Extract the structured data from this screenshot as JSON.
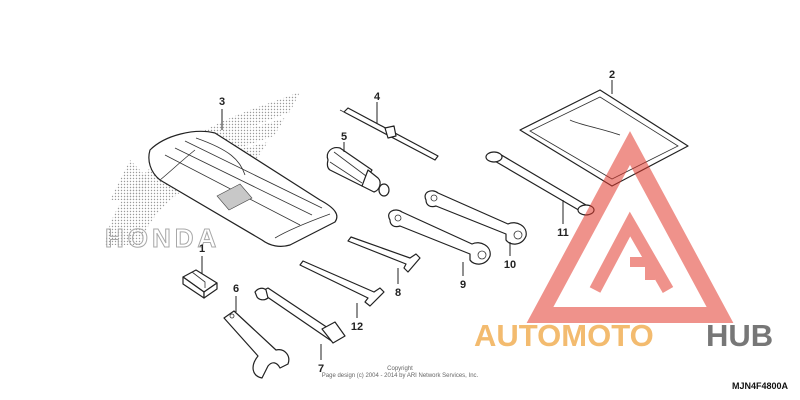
{
  "callouts": [
    {
      "id": "1",
      "label": "1"
    },
    {
      "id": "2",
      "label": "2"
    },
    {
      "id": "3",
      "label": "3"
    },
    {
      "id": "4",
      "label": "4"
    },
    {
      "id": "5",
      "label": "5"
    },
    {
      "id": "6",
      "label": "6"
    },
    {
      "id": "7",
      "label": "7"
    },
    {
      "id": "8",
      "label": "8"
    },
    {
      "id": "9",
      "label": "9"
    },
    {
      "id": "10",
      "label": "10"
    },
    {
      "id": "11",
      "label": "11"
    },
    {
      "id": "12",
      "label": "12"
    }
  ],
  "brand_logo_text": "HONDA",
  "watermark": {
    "text_colored": "AUTOMOTO",
    "text_dark": "HUB",
    "color_orange": "#f0a540",
    "color_dark": "#4a4a4a",
    "color_red": "#e23a2e"
  },
  "copyright_line1": "Copyright",
  "copyright_line2": "Page design (c) 2004 - 2014 by ARI Network Services, Inc.",
  "diagram_code": "MJN4F4800A"
}
